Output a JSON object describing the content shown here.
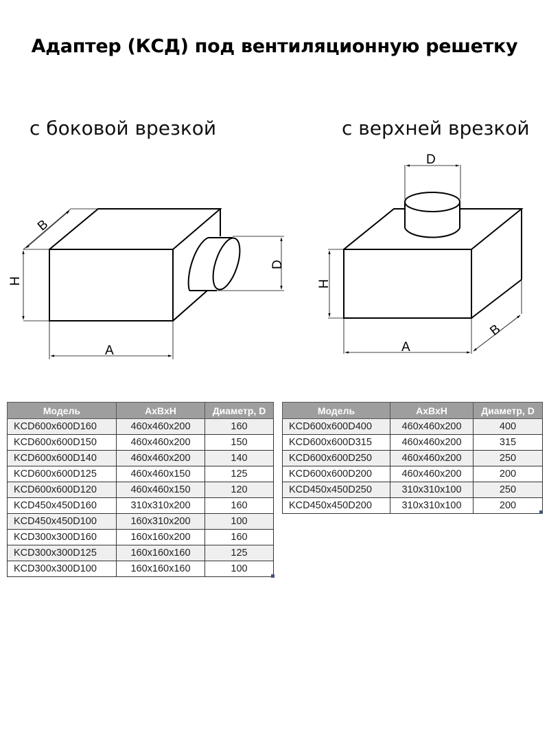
{
  "title": "Адаптер (КСД) под вентиляционную решетку",
  "variants": {
    "side": {
      "label": "с боковой врезкой",
      "dims": {
        "A": "A",
        "B": "B",
        "H": "H",
        "D": "D"
      }
    },
    "top": {
      "label": "с верхней врезкой",
      "dims": {
        "A": "A",
        "B": "B",
        "H": "H",
        "D": "D"
      }
    }
  },
  "table_headers": [
    "Модель",
    "АхВхН",
    "Диаметр, D"
  ],
  "table_side": {
    "rows": [
      [
        "KCD600x600D160",
        "460x460x200",
        "160"
      ],
      [
        "KCD600x600D150",
        "460x460x200",
        "150"
      ],
      [
        "KCD600x600D140",
        "460x460x200",
        "140"
      ],
      [
        "KCD600x600D125",
        "460x460x150",
        "125"
      ],
      [
        "KCD600x600D120",
        "460x460x150",
        "120"
      ],
      [
        "KCD450x450D160",
        "310x310x200",
        "160"
      ],
      [
        "KCD450x450D100",
        "160x310x200",
        "100"
      ],
      [
        "KCD300x300D160",
        "160x160x200",
        "160"
      ],
      [
        "KCD300x300D125",
        "160x160x160",
        "125"
      ],
      [
        "KCD300x300D100",
        "160x160x160",
        "100"
      ]
    ]
  },
  "table_top": {
    "rows": [
      [
        "KCD600x600D400",
        "460x460x200",
        "400"
      ],
      [
        "KCD600x600D315",
        "460x460x200",
        "315"
      ],
      [
        "KCD600x600D250",
        "460x460x200",
        "250"
      ],
      [
        "KCD600x600D200",
        "460x460x200",
        "200"
      ],
      [
        "KCD450x450D250",
        "310x310x100",
        "250"
      ],
      [
        "KCD450x450D200",
        "310x310x100",
        "200"
      ]
    ]
  }
}
